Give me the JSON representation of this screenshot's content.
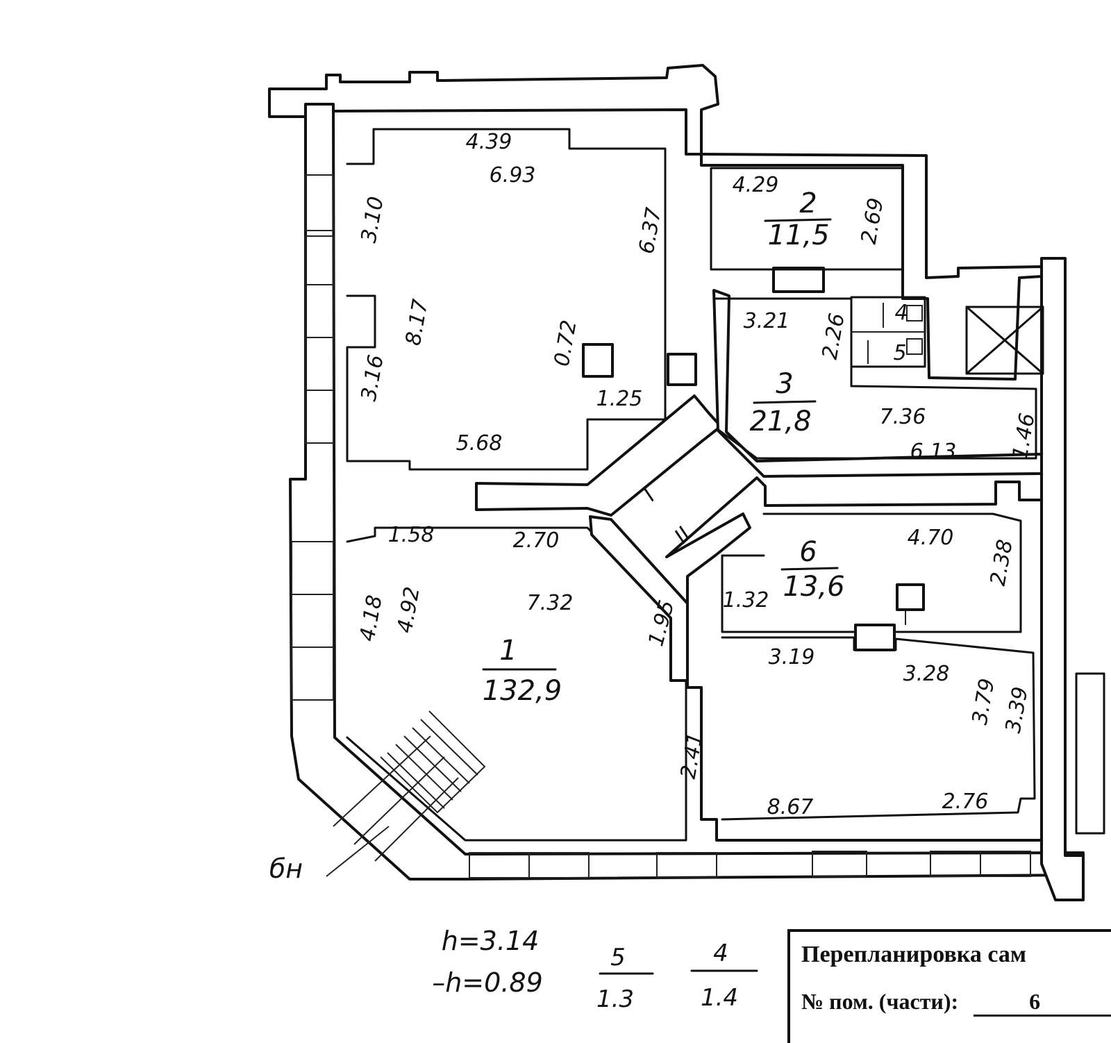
{
  "rooms": [
    {
      "number": "1",
      "area": "132,9"
    },
    {
      "number": "2",
      "area": "11,5"
    },
    {
      "number": "3",
      "area": "21,8"
    },
    {
      "number": "6",
      "area": "13,6"
    }
  ],
  "small_rooms": [
    "4",
    "5"
  ],
  "dimensions": {
    "r1_top": "4.39",
    "r1_top2": "6.93",
    "r1_right": "6.37",
    "r1_left_top": "3.10",
    "r1_left_mid": "8.17",
    "r1_left_bot": "3.16",
    "r1_col": "0.72",
    "r1_step": "1.25",
    "r1_mid": "5.68",
    "r1_low_left": "1.58",
    "r1_low_top": "2.70",
    "r1_low_mid": "7.32",
    "r1_low_l1": "4.18",
    "r1_low_l2": "4.92",
    "r1_diag": "1.95",
    "r2_top": "4.29",
    "r2_right": "2.69",
    "r3_top": "3.21",
    "r3_side": "2.26",
    "r3_bot1": "7.36",
    "r3_bot2": "6.13",
    "r3_right": "1.46",
    "r6_top": "4.70",
    "r6_right": "2.38",
    "r6_left": "1.32",
    "rb_top1": "3.19",
    "rb_top2": "3.28",
    "rb_right1": "3.79",
    "rb_right2": "3.39",
    "rb_bot1": "8.67",
    "rb_bot2": "2.76",
    "corr": "2.41"
  },
  "marks": {
    "entrance": "бн",
    "corridor_1": "I",
    "corridor_2": "II"
  },
  "heights": {
    "h": "h=3.14",
    "minus_h": "–h=0.89"
  },
  "fractions": [
    {
      "num": "5",
      "den": "1.3"
    },
    {
      "num": "4",
      "den": "1.4"
    }
  ],
  "stamp": {
    "title": "Перепланировка сам",
    "room_label": "№ пом. (части):",
    "room_value": "6"
  }
}
